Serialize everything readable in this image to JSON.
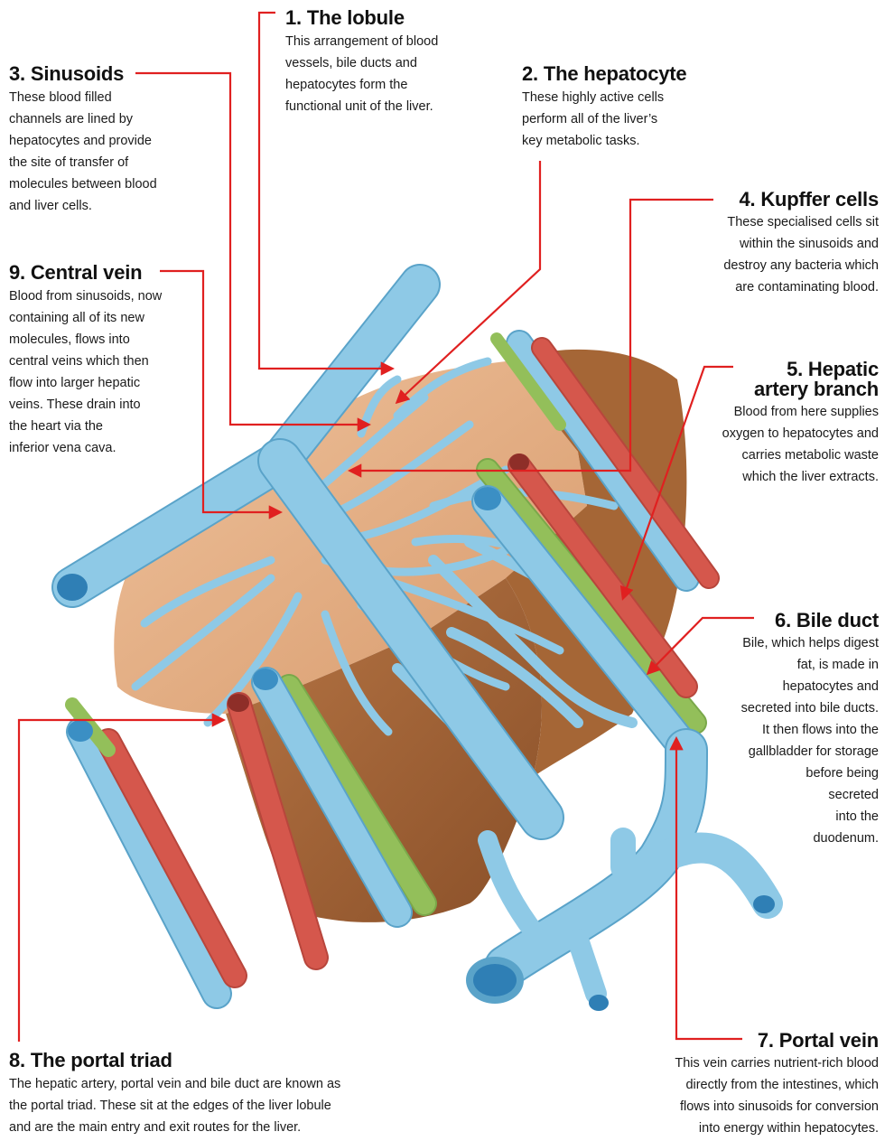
{
  "labels": {
    "lobule": {
      "title": "1. The lobule",
      "lines": [
        "This arrangement of blood",
        "vessels, bile ducts and",
        "hepatocytes form the",
        "functional unit of the liver."
      ]
    },
    "hepatocyte": {
      "title": "2. The hepatocyte",
      "lines": [
        "These highly active cells",
        "perform all of the liver’s",
        "key metabolic tasks."
      ]
    },
    "sinusoids": {
      "title": "3. Sinusoids",
      "lines": [
        "These blood filled",
        "channels are lined by",
        "hepatocytes and provide",
        "the site of transfer of",
        "molecules between blood",
        "and liver cells."
      ]
    },
    "kupffer": {
      "title": "4. Kupffer cells",
      "lines": [
        "These specialised cells sit",
        "within the sinusoids and",
        "destroy any bacteria which",
        "are contaminating blood."
      ]
    },
    "hepatic_artery": {
      "title_line1": "5. Hepatic",
      "title_line2": "artery branch",
      "lines": [
        "Blood from here supplies",
        "oxygen to hepatocytes and",
        "carries metabolic waste",
        "which the liver extracts."
      ]
    },
    "bile_duct": {
      "title": "6. Bile duct",
      "lines": [
        "Bile, which helps digest",
        "fat, is made in",
        "hepatocytes and",
        "secreted into bile ducts.",
        "It then flows into the",
        "gallbladder for storage",
        "before being",
        "secreted",
        "into the",
        "duodenum."
      ]
    },
    "portal_vein": {
      "title": "7. Portal vein",
      "lines": [
        "This vein carries nutrient-rich blood",
        "directly from the intestines, which",
        "flows into sinusoids for conversion",
        "into energy within hepatocytes."
      ]
    },
    "portal_triad": {
      "title": "8. The portal triad",
      "lines": [
        "The hepatic artery, portal vein and bile duct are known as",
        "the portal triad. These sit at the edges of the liver lobule",
        "and are the main entry and exit routes for the liver."
      ]
    },
    "central_vein": {
      "title": "9. Central vein",
      "lines": [
        "Blood from sinusoids, now",
        "containing all of its new",
        "molecules, flows into",
        "central veins which then",
        "flow into larger hepatic",
        "veins. These drain into",
        "the heart via the",
        "inferior vena cava."
      ]
    }
  },
  "colors": {
    "vein_blue": "#8ec9e6",
    "vein_outline": "#5aa3c9",
    "artery_red": "#d5574c",
    "bile_green": "#93bf5a",
    "tissue_tan": "#e8b58a",
    "tissue_brown": "#a8683c",
    "leader_red": "#e02020"
  }
}
